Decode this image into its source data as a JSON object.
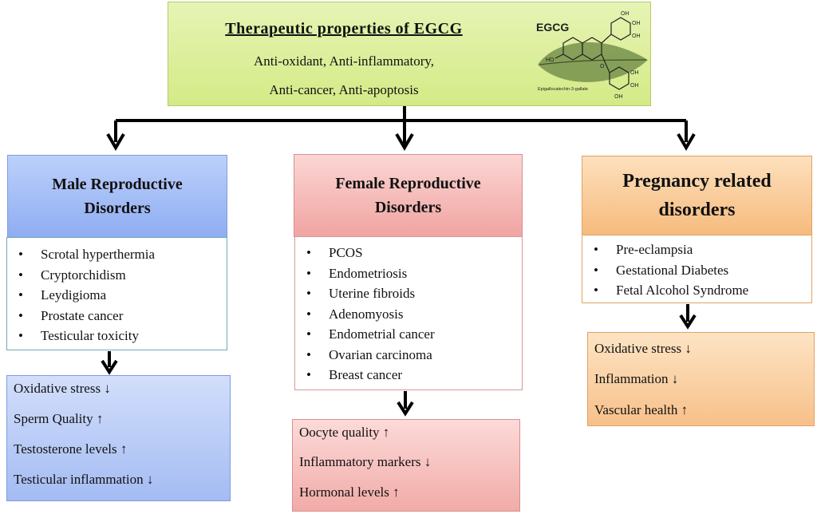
{
  "top": {
    "title": "Therapeutic properties of EGCG",
    "line1": "Anti-oxidant, Anti-inflammatory,",
    "line2": "Anti-cancer, Anti-apoptosis",
    "molecule_label": "EGCG",
    "molecule_caption": "Epigallocatechin-3-gallate",
    "oh_label": "OH",
    "ho_label": "HO",
    "o_label": "O"
  },
  "male": {
    "header_line1": "Male Reproductive",
    "header_line2": "Disorders",
    "items": [
      "Scrotal hyperthermia",
      "Cryptorchidism",
      "Leydigioma",
      "Prostate cancer",
      "Testicular toxicity"
    ],
    "effects": [
      "Oxidative stress ↓",
      "Sperm Quality ↑",
      "Testosterone levels ↑",
      "Testicular inflammation ↓"
    ]
  },
  "female": {
    "header_line1": "Female Reproductive",
    "header_line2": "Disorders",
    "items": [
      "PCOS",
      "Endometriosis",
      "Uterine fibroids",
      "Adenomyosis",
      "Endometrial cancer",
      "Ovarian carcinoma",
      "Breast cancer"
    ],
    "effects": [
      "Oocyte quality ↑",
      "Inflammatory markers ↓",
      "Hormonal levels ↑"
    ]
  },
  "pregnancy": {
    "header_line1": "Pregnancy related",
    "header_line2": "disorders",
    "items": [
      "Pre-eclampsia",
      "Gestational Diabetes",
      "Fetal Alcohol Syndrome"
    ],
    "effects": [
      "Oxidative stress ↓",
      "Inflammation ↓",
      "Vascular health ↑"
    ]
  },
  "colors": {
    "top_box": "#d9ee94",
    "male": "#a4bcf3",
    "female": "#f1aba8",
    "pregnancy": "#f7c089",
    "arrow": "#000000"
  }
}
